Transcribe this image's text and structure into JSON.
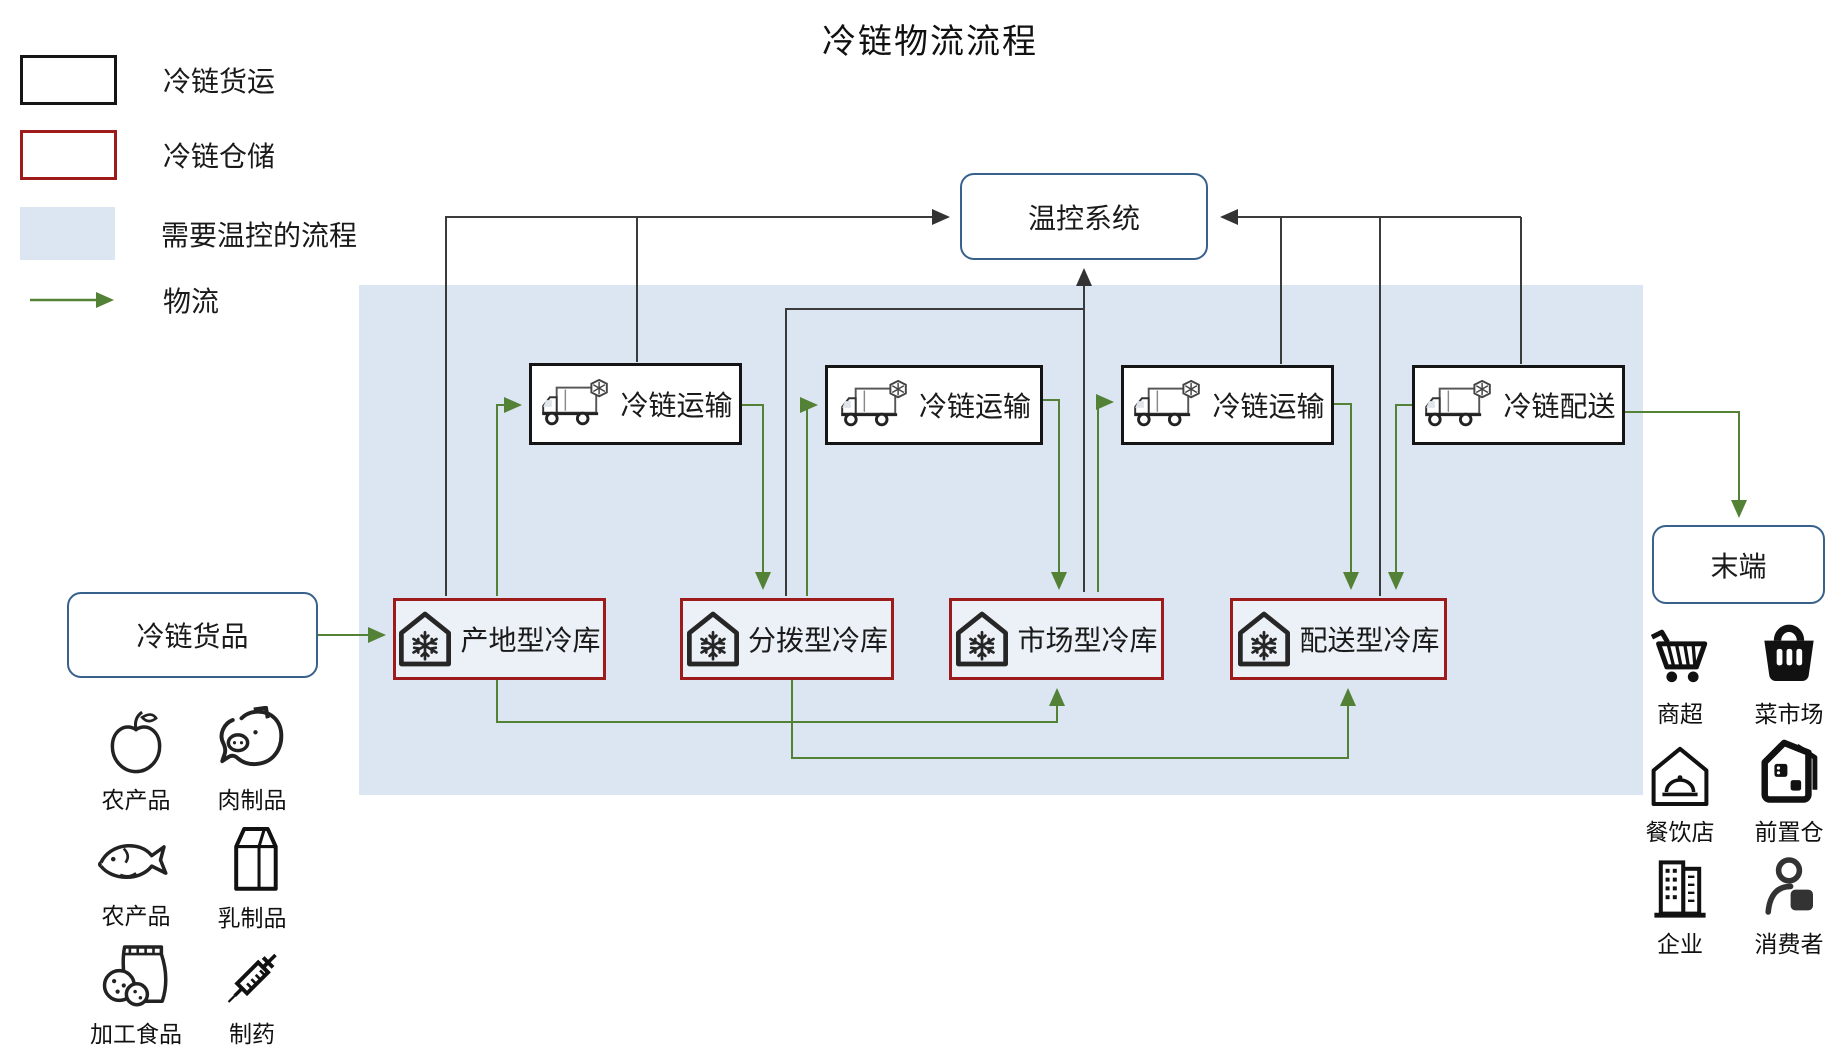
{
  "title": "冷链物流流程",
  "colors": {
    "freight_border": "#151515",
    "storage_border": "#9e1b1b",
    "temp_zone_fill": "#dce6f2",
    "logistics_green": "#538135",
    "system_border": "#38618c",
    "wire_black": "#3b3b3b"
  },
  "legend": {
    "freight_label": "冷链货运",
    "storage_label": "冷链仓储",
    "temp_zone_label": "需要温控的流程",
    "logistics_label": "物流"
  },
  "nodes": {
    "system": {
      "label": "温控系统"
    },
    "goods": {
      "label": "冷链货品"
    },
    "terminal": {
      "label": "末端"
    },
    "transport": [
      {
        "label": "冷链运输"
      },
      {
        "label": "冷链运输"
      },
      {
        "label": "冷链运输"
      },
      {
        "label": "冷链配送"
      }
    ],
    "warehouses": [
      {
        "label": "产地型冷库"
      },
      {
        "label": "分拨型冷库"
      },
      {
        "label": "市场型冷库"
      },
      {
        "label": "配送型冷库"
      }
    ]
  },
  "goods_categories": [
    {
      "label": "农产品",
      "icon": "apple-icon"
    },
    {
      "label": "肉制品",
      "icon": "pig-icon"
    },
    {
      "label": "农产品",
      "icon": "fish-icon"
    },
    {
      "label": "乳制品",
      "icon": "milk-icon"
    },
    {
      "label": "加工食品",
      "icon": "snack-icon"
    },
    {
      "label": "制药",
      "icon": "syringe-icon"
    }
  ],
  "terminal_destinations": [
    {
      "label": "商超",
      "icon": "cart-icon"
    },
    {
      "label": "菜市场",
      "icon": "basket-icon"
    },
    {
      "label": "餐饮店",
      "icon": "restaurant-icon"
    },
    {
      "label": "前置仓",
      "icon": "forward-warehouse-icon"
    },
    {
      "label": "企业",
      "icon": "office-building-icon"
    },
    {
      "label": "消费者",
      "icon": "consumer-icon"
    }
  ]
}
